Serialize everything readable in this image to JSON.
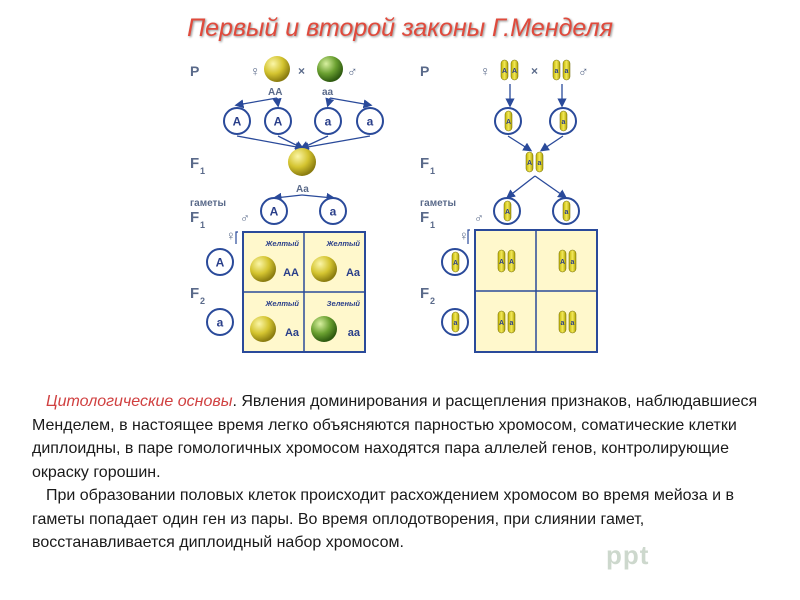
{
  "title": "Первый и второй законы Г.Менделя",
  "diagram": {
    "row_labels": {
      "p": "P",
      "f1": "F",
      "f1_sub": "1",
      "gametes": "гаметы",
      "f2": "F",
      "f2_sub": "2"
    },
    "symbols": {
      "female": "♀",
      "male": "♂",
      "cross": "×"
    },
    "parents": {
      "left": "AA",
      "right": "aa"
    },
    "parent_gametes": [
      "A",
      "A",
      "a",
      "a"
    ],
    "f1_genotype": "Aa",
    "f1_gametes": [
      "A",
      "a"
    ],
    "punnett": [
      {
        "phenotype": "Желтый",
        "genotype": "AA"
      },
      {
        "phenotype": "Желтый",
        "genotype": "Aa"
      },
      {
        "phenotype": "Желтый",
        "genotype": "Aa"
      },
      {
        "phenotype": "Зеленый",
        "genotype": "aa"
      }
    ],
    "colors": {
      "yellow": "#d6c93a",
      "green": "#6a9a2a",
      "punnett_bg": "#fff8cc",
      "circle_border": "#2a4a9a"
    }
  },
  "text": {
    "p1_accent": "Цитологические основы",
    "p1_rest": ". Явления доминирования и расщепления признаков, наблюдавшиеся Менделем, в настоящее время легко объясняются парностью хромосом, соматические клетки диплоидны, в паре гомологичных хромосом находятся пара аллелей генов, контролирующие окраску горошин.",
    "p2": "При образовании половых клеток происходит расхождением хромосом во время мейоза и в гаметы попадает один ген из пары. Во время оплодотворения, при слиянии гамет, восстанавливается диплоидный набор хромосом."
  },
  "watermark": "ppt"
}
